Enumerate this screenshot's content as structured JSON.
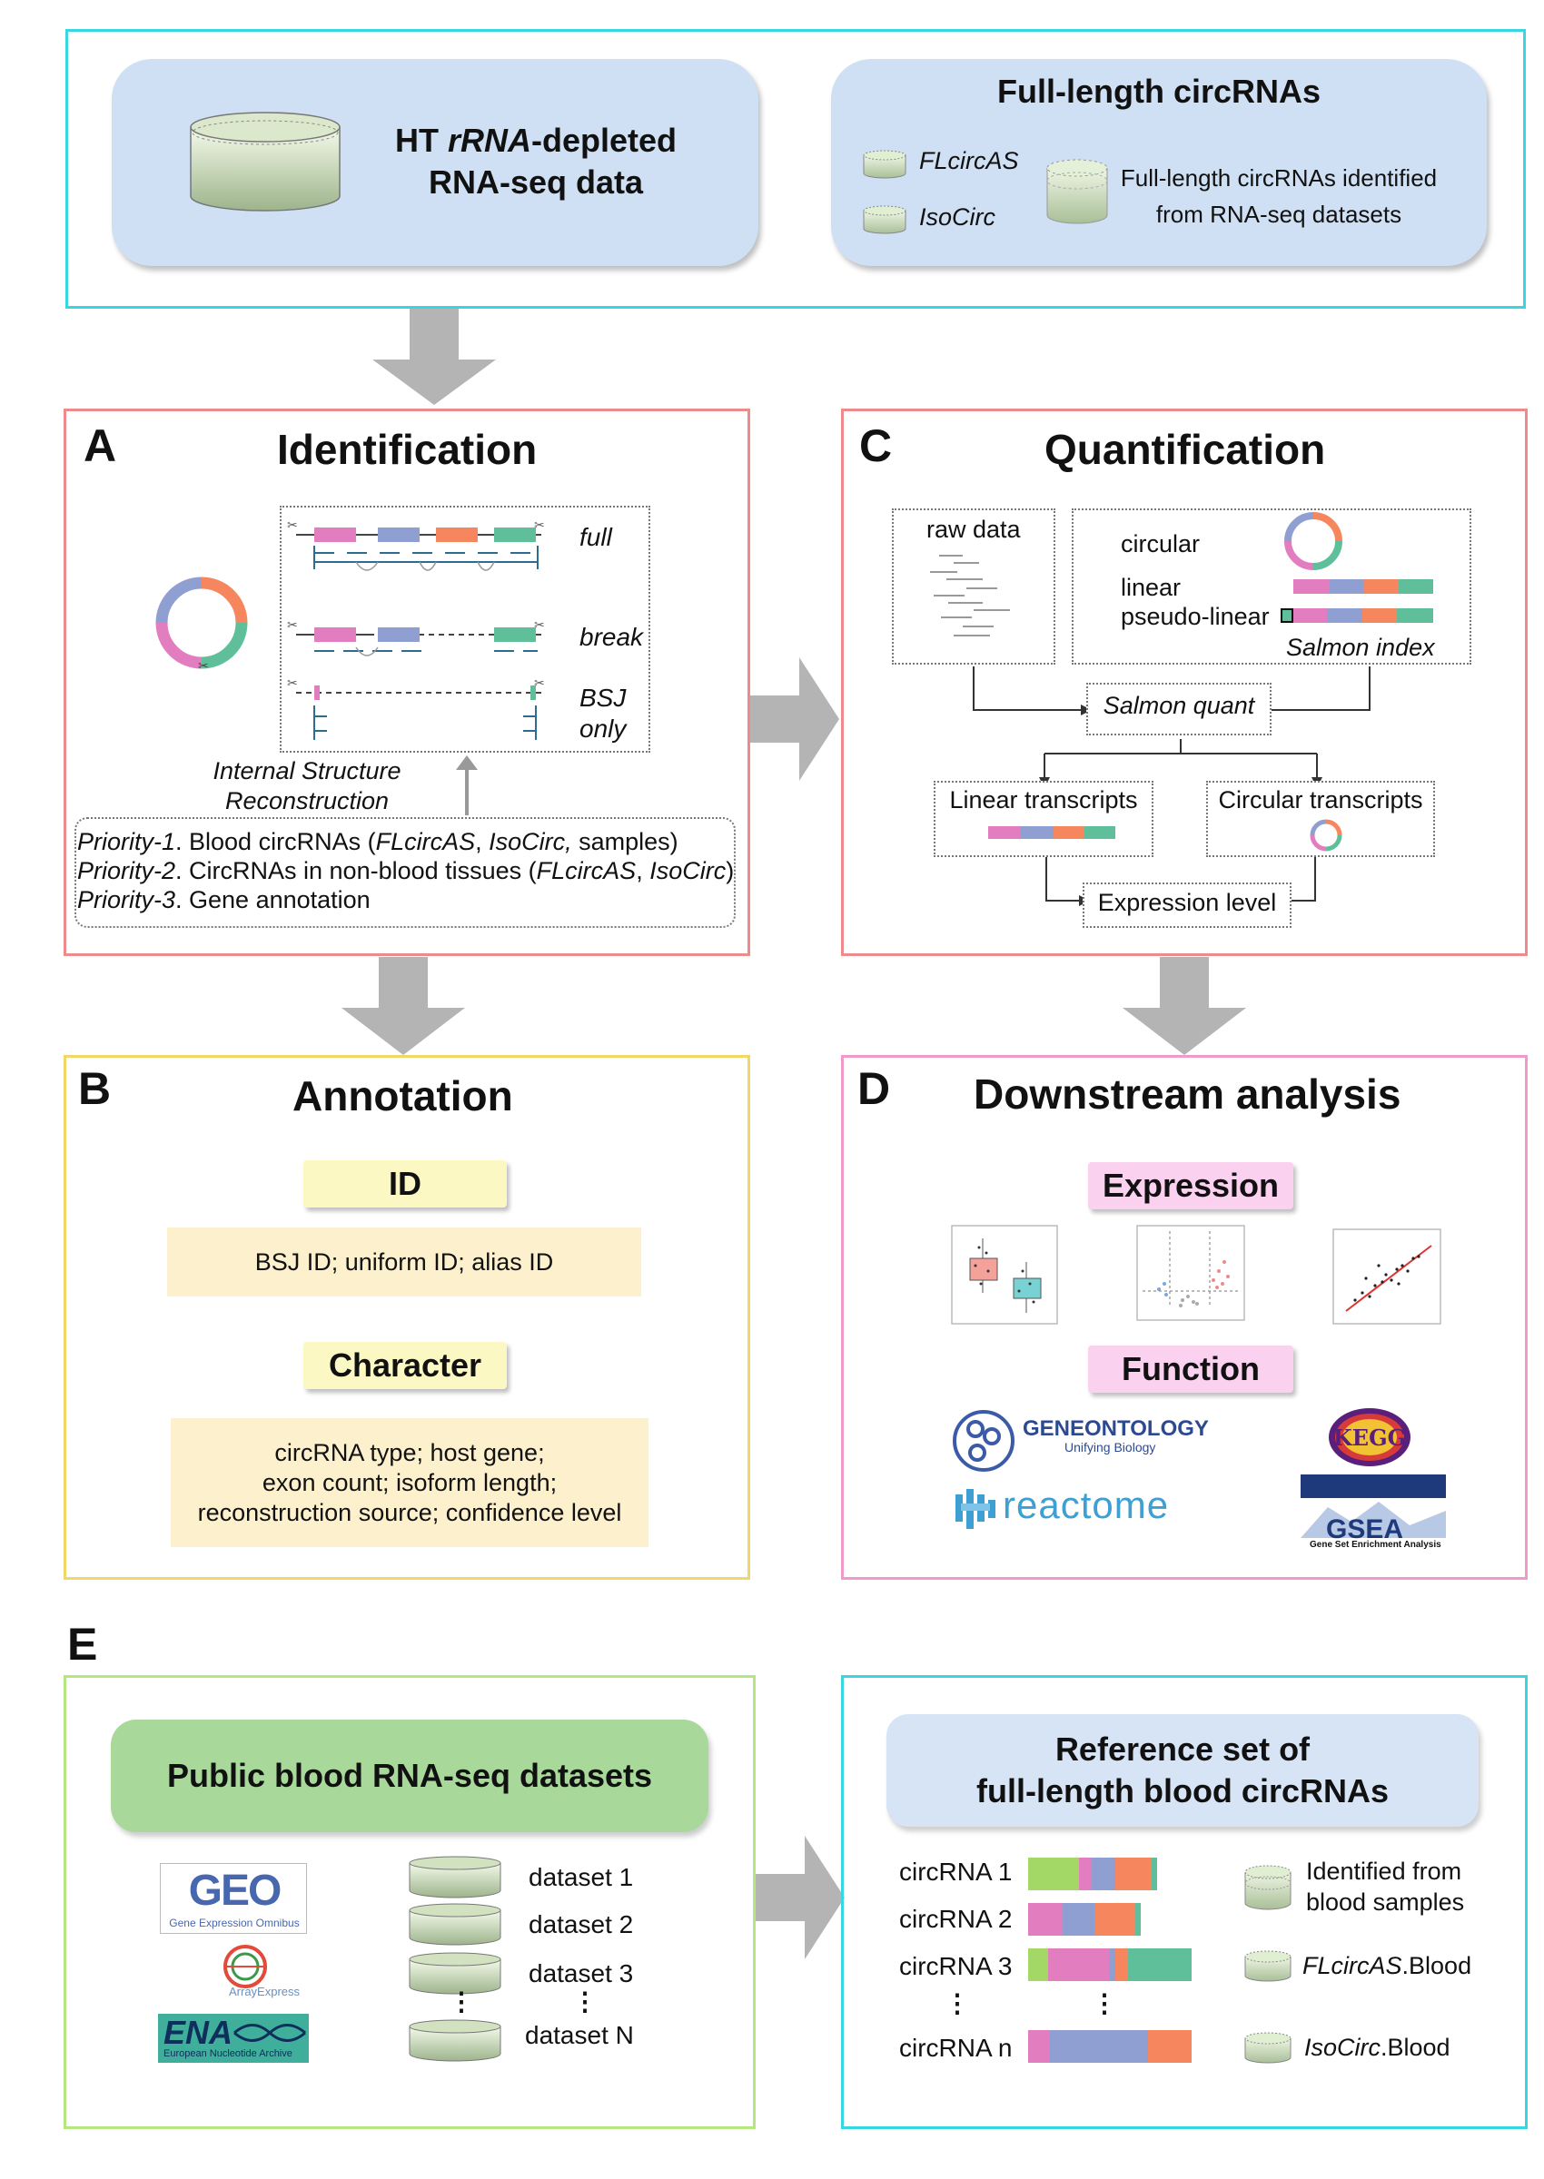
{
  "top": {
    "input_title_prefix": "HT ",
    "input_title_italic": "rRNA",
    "input_title_suffix": "-depleted",
    "input_title_line2": "RNA-seq data",
    "fl_title": "Full-length circRNAs",
    "fl_tool1": "FLcircAS",
    "fl_tool2": "IsoCirc",
    "fl_desc_line1": "Full-length circRNAs identified",
    "fl_desc_line2": "from RNA-seq datasets"
  },
  "panel_a": {
    "letter": "A",
    "title": "Identification",
    "mode_full": "full",
    "mode_break": "break",
    "mode_bsj_1": "BSJ",
    "mode_bsj_2": "only",
    "isr_line1": "Internal Structure",
    "isr_line2": "Reconstruction",
    "p1_label": "Priority-1",
    "p1_a": ". Blood circRNAs (",
    "p1_b": "FLcircAS",
    "p1_c": ", ",
    "p1_d": "IsoCirc,",
    "p1_e": " samples)",
    "p2_label": "Priority-2",
    "p2_a": ". CircRNAs in non-blood tissues (",
    "p2_b": "FLcircAS",
    "p2_c": ", ",
    "p2_d": "IsoCirc",
    "p2_e": ")",
    "p3_label": "Priority-3",
    "p3_a": ". Gene annotation"
  },
  "panel_b": {
    "letter": "B",
    "title": "Annotation",
    "id_head": "ID",
    "id_body": "BSJ ID; uniform ID; alias ID",
    "char_head": "Character",
    "char_line1": "circRNA type; host gene;",
    "char_line2": "exon count; isoform length;",
    "char_line3": "reconstruction source; confidence level"
  },
  "panel_c": {
    "letter": "C",
    "title": "Quantification",
    "raw": "raw data",
    "circular": "circular",
    "linear": "linear",
    "pseudo": "pseudo-linear",
    "salmon_index": "Salmon index",
    "salmon_quant": "Salmon quant",
    "linear_tx": "Linear transcripts",
    "circular_tx": "Circular transcripts",
    "expr_level": "Expression level"
  },
  "panel_d": {
    "letter": "D",
    "title": "Downstream analysis",
    "expression": "Expression",
    "function": "Function",
    "go_name": "GENEONTOLOGY",
    "go_sub": "Unifying Biology",
    "reactome": "reactome",
    "kegg": "KEGG",
    "gsea": "GSEA",
    "gsea_sub": "Gene Set Enrichment Analysis"
  },
  "panel_e": {
    "letter": "E",
    "public_title": "Public blood RNA-seq datasets",
    "geo": "GEO",
    "geo_sub": "Gene Expression Omnibus",
    "arrayexpress": "ArrayExpress",
    "ena": "ENA",
    "ena_sub": "European Nucleotide Archive",
    "datasets": [
      "dataset 1",
      "dataset 2",
      "dataset 3",
      "dataset N"
    ],
    "dots": "⋮",
    "ref_line1": "Reference set of",
    "ref_line2": "full-length blood circRNAs",
    "circ": [
      "circRNA 1",
      "circRNA 2",
      "circRNA 3",
      "circRNA n"
    ],
    "legend_samples_1": "Identified from",
    "legend_samples_2": "blood samples",
    "legend_fl_italic": "FLcircAS",
    "legend_fl_suffix": ".Blood",
    "legend_iso_italic": "IsoCirc",
    "legend_iso_suffix": ".Blood"
  },
  "colors": {
    "pink": "#e27ec0",
    "blue": "#8f9fd1",
    "orange": "#f5865d",
    "teal": "#5fbf9a",
    "green": "#a3d867",
    "cyan_frame": "#37d6e0",
    "red_frame": "#ee8a8a",
    "yellow_frame": "#f1d767",
    "magenta_frame": "#ef9acb",
    "lime_frame": "#b4e77f"
  }
}
